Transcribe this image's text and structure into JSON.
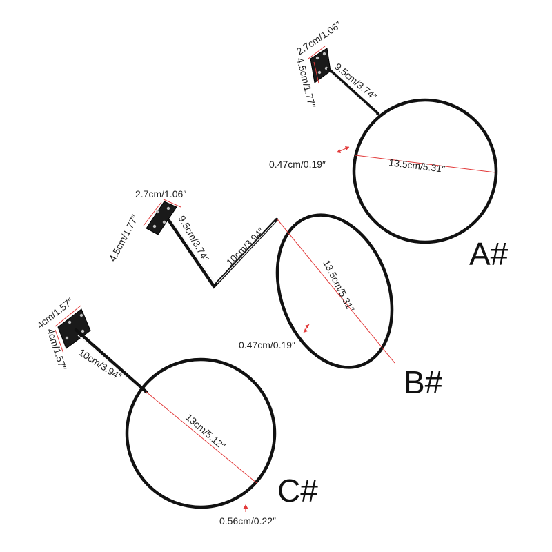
{
  "image_title": "",
  "colors": {
    "ring": "#111111",
    "dimension_line": "#e23a3a",
    "text": "#222222",
    "background": "#ffffff"
  },
  "variants": [
    {
      "label": "A#",
      "plate_width": "2.7cm/1.06″",
      "plate_height": "4.5cm/1.77″",
      "arm_length": "9.5cm/3.74″",
      "ring_diameter": "13.5cm/5.31″",
      "wire_thickness": "0.47cm/0.19″"
    },
    {
      "label": "B#",
      "plate_width": "2.7cm/1.06″",
      "plate_height": "4.5cm/1.77″",
      "arm_length_1": "9.5cm/3.74″",
      "arm_length_2": "10cm/3.94″",
      "ring_diameter": "13.5cm/5.31″",
      "wire_thickness": "0.47cm/0.19″"
    },
    {
      "label": "C#",
      "plate_width": "4cm/1.57″",
      "plate_height": "4cm/1.57″",
      "arm_length": "10cm/3.94″",
      "ring_diameter": "13cm/5.12″",
      "wire_thickness": "0.56cm/0.22″"
    }
  ]
}
